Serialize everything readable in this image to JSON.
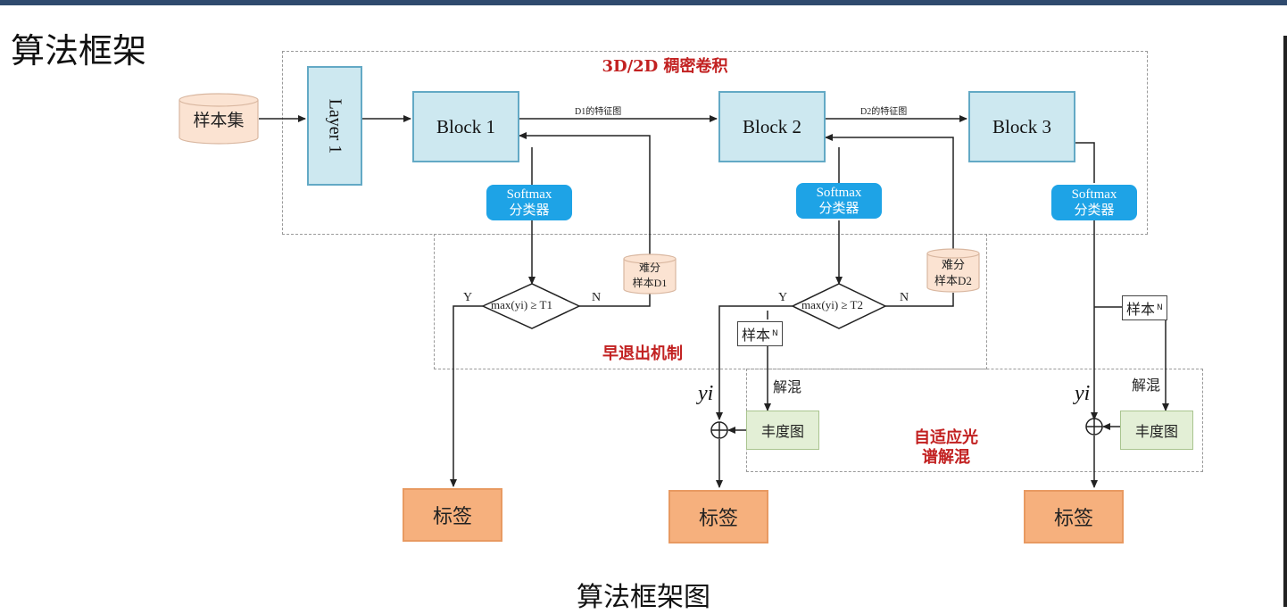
{
  "slide_title": "算法框架",
  "caption": "算法框架图",
  "regions": {
    "dense_conv": "3D/2D 稠密卷积",
    "early_exit": "早退出机制",
    "adaptive_unmix_line1": "自适应光",
    "adaptive_unmix_line2": "谱解混"
  },
  "nodes": {
    "sample_set": "样本集",
    "layer1": "Layer 1",
    "block1": "Block 1",
    "block2": "Block 2",
    "block3": "Block 3",
    "softmax_line1": "Softmax",
    "softmax_line2": "分类器",
    "hard_line1": "难分",
    "hard1_line2": "样本D1",
    "hard2_line2": "样本D2",
    "cond1": "max(yi) ≥ T1",
    "cond2": "max(yi) ≥ T2",
    "sample_n": "样本",
    "sample_n_sub": "N",
    "unmix": "解混",
    "abundance": "丰度图",
    "label": "标签",
    "yi": "yi"
  },
  "edges": {
    "d1_feature": "D1的特征图",
    "d2_feature": "D2的特征图",
    "yes": "Y",
    "no": "N"
  },
  "colors": {
    "block_fill": "#cde8f0",
    "softmax_fill": "#1ea3e6",
    "label_fill": "#f6b07d",
    "abundance_fill": "#e3efd6",
    "region_text": "#c22121"
  }
}
